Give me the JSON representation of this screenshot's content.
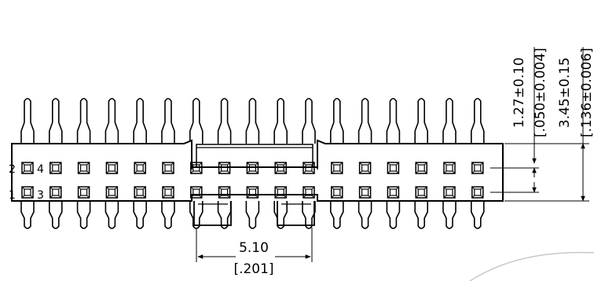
{
  "drawing": {
    "pin_count_per_row": 17,
    "row_count": 2,
    "pin_labels": {
      "top_left": "2",
      "top_second": "4",
      "bottom_left": "1",
      "bottom_second": "3"
    },
    "dimensions": {
      "pitch": {
        "metric": "1.27±0.10",
        "imperial": "[.050±0.004]"
      },
      "row_span": {
        "metric": "3.45±0.15",
        "imperial": "[.136±0.006]"
      },
      "peg_span": {
        "metric": "5.10",
        "imperial": "[.201]"
      }
    }
  }
}
